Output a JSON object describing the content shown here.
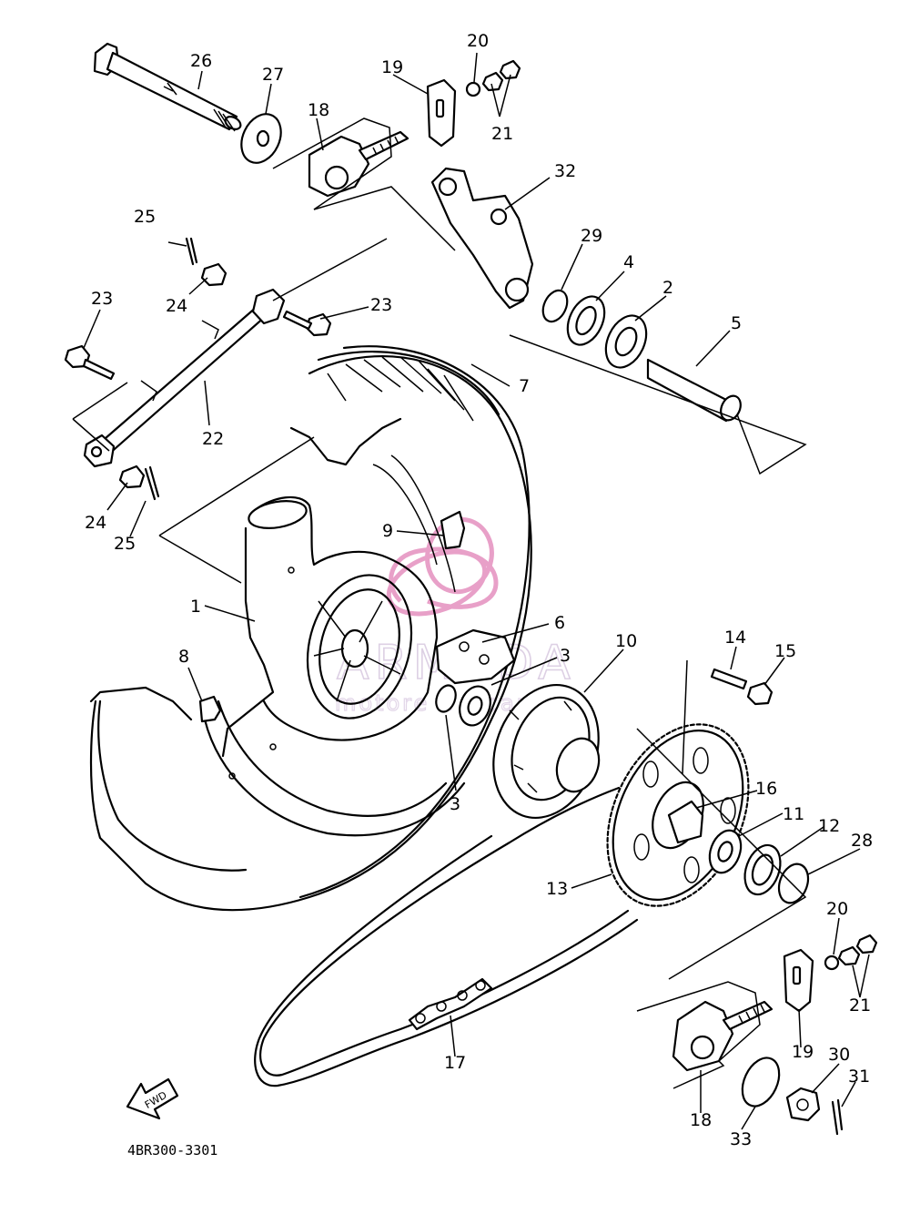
{
  "diagram": {
    "code": "4BR300-3301",
    "fwd_label": "FWD",
    "watermark": {
      "brand": "ARMADA",
      "subtitle": "motore e ricambi",
      "color": "#e8a0c8"
    },
    "callouts": [
      {
        "id": "c26",
        "text": "26"
      },
      {
        "id": "c27",
        "text": "27"
      },
      {
        "id": "c18a",
        "text": "18"
      },
      {
        "id": "c19a",
        "text": "19"
      },
      {
        "id": "c20a",
        "text": "20"
      },
      {
        "id": "c21a",
        "text": "21"
      },
      {
        "id": "c32",
        "text": "32"
      },
      {
        "id": "c29",
        "text": "29"
      },
      {
        "id": "c4",
        "text": "4"
      },
      {
        "id": "c2",
        "text": "2"
      },
      {
        "id": "c5",
        "text": "5"
      },
      {
        "id": "c25a",
        "text": "25"
      },
      {
        "id": "c24a",
        "text": "24"
      },
      {
        "id": "c23a",
        "text": "23"
      },
      {
        "id": "c23b",
        "text": "23"
      },
      {
        "id": "c22",
        "text": "22"
      },
      {
        "id": "c7",
        "text": "7"
      },
      {
        "id": "c24b",
        "text": "24"
      },
      {
        "id": "c25b",
        "text": "25"
      },
      {
        "id": "c9",
        "text": "9"
      },
      {
        "id": "c1",
        "text": "1"
      },
      {
        "id": "c6",
        "text": "6"
      },
      {
        "id": "c3a",
        "text": "3"
      },
      {
        "id": "c10",
        "text": "10"
      },
      {
        "id": "c8",
        "text": "8"
      },
      {
        "id": "c3b",
        "text": "3"
      },
      {
        "id": "c14",
        "text": "14"
      },
      {
        "id": "c15",
        "text": "15"
      },
      {
        "id": "c16",
        "text": "16"
      },
      {
        "id": "c11",
        "text": "11"
      },
      {
        "id": "c12",
        "text": "12"
      },
      {
        "id": "c28",
        "text": "28"
      },
      {
        "id": "c13",
        "text": "13"
      },
      {
        "id": "c20b",
        "text": "20"
      },
      {
        "id": "c21b",
        "text": "21"
      },
      {
        "id": "c17",
        "text": "17"
      },
      {
        "id": "c19b",
        "text": "19"
      },
      {
        "id": "c30",
        "text": "30"
      },
      {
        "id": "c31",
        "text": "31"
      },
      {
        "id": "c18b",
        "text": "18"
      },
      {
        "id": "c33",
        "text": "33"
      }
    ]
  }
}
